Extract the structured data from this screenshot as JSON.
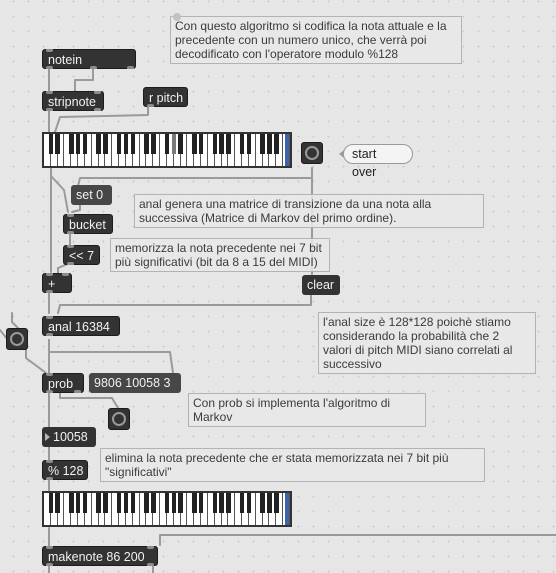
{
  "colors": {
    "canvas": "#e6e6e6",
    "object": "#333333",
    "message": "#474747",
    "cord": "#9a9a9a",
    "selected_key": "#3e63a8"
  },
  "objects": {
    "notein": "notein",
    "stripnote": "stripnote",
    "r_pitch": "r pitch",
    "bucket": "bucket",
    "shift": "<< 7",
    "plus": "+",
    "anal": "anal 16384",
    "prob": "prob",
    "mod": "% 128",
    "makenote": "makenote 86 200"
  },
  "messages": {
    "set0": "set 0",
    "clear": "clear",
    "prob_out": "9806 10058 3"
  },
  "numbers": {
    "prob_value": "10058"
  },
  "bubble": {
    "start_over": "start over"
  },
  "comments": {
    "intro": "Con questo algoritmo si codifica la nota attuale e la precedente con un numero unico, che verrà poi decodificato con l'operatore modulo %128",
    "anal_desc": "anal genera una matrice di transizione  da una nota alla successiva (Matrice di Markov del primo ordine).",
    "memorizza": "memorizza la nota precedente nei 7 bit più significativi (bit da 8 a 15 del MIDI)",
    "size": "l'anal size è 128*128 poichè stiamo considerando la probabilità che 2 valori di pitch MIDI siano correlati al successivo",
    "prob_desc": "Con prob si implementa l'algoritmo di Markov",
    "elimina": "elimina la nota precedente che er stata memorizzata nei 7 bit più \"significativi\""
  },
  "icons": {
    "keyboard": "keyboard-slider-icon",
    "bang": "bang-button-icon"
  }
}
